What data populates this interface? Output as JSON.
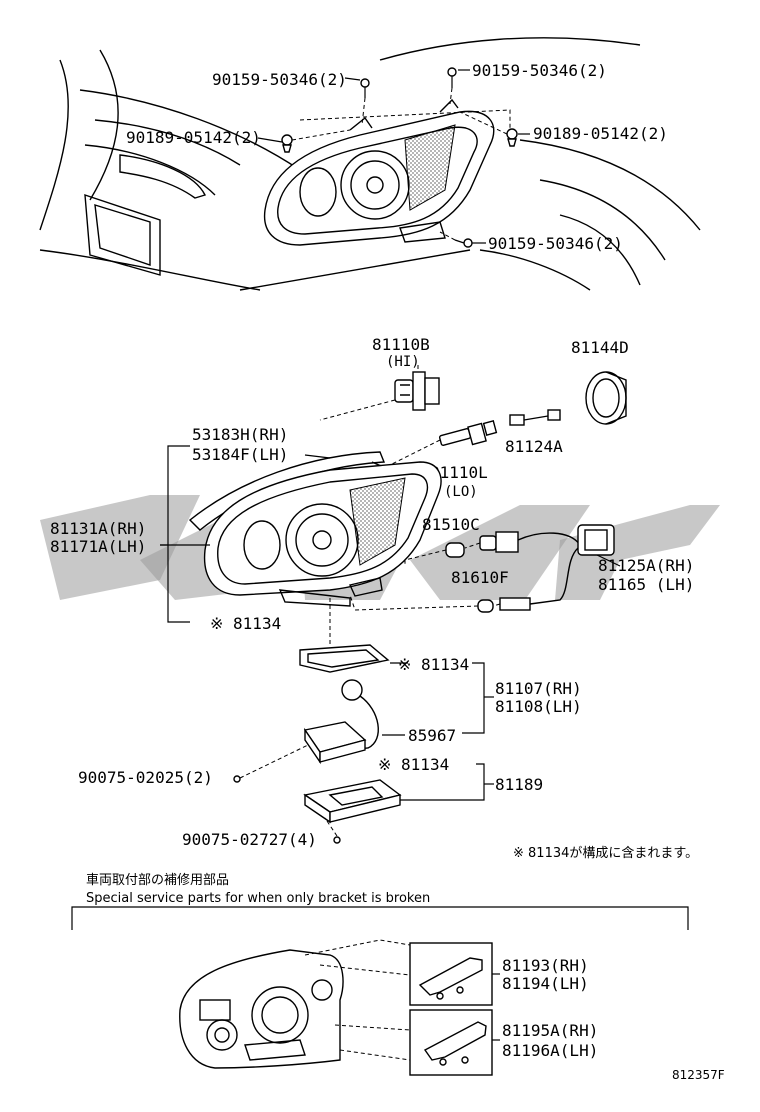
{
  "top_view": {
    "callouts": [
      {
        "id": "t1",
        "text": "90159-50346(2)"
      },
      {
        "id": "t2",
        "text": "90159-50346(2)"
      },
      {
        "id": "t3",
        "text": "90189-05142(2)"
      },
      {
        "id": "t4",
        "text": "90189-05142(2)"
      },
      {
        "id": "t5",
        "text": "90159-50346(2)"
      }
    ]
  },
  "exploded_view": {
    "labels": {
      "bulb_hi": "81110B",
      "bulb_hi_note": "(HI)",
      "cap": "81144D",
      "gasket_rh": "53183H(RH)",
      "gasket_lh": "53184F(LH)",
      "socket": "81124A",
      "bulb_lo": "81110L",
      "bulb_lo_note": "(LO)",
      "housing_rh": "81131A(RH)",
      "housing_lh": "81171A(LH)",
      "bulb_c": "81510C",
      "bulb_f": "81610F",
      "harness_rh": "81125A(RH)",
      "harness_lh": "81165 (LH)",
      "kit_a": "※ 81134",
      "kit_b": "※ 81134",
      "computer_rh": "81107(RH)",
      "computer_lh": "81108(LH)",
      "cord": "85967",
      "screw_a": "90075-02025(2)",
      "kit_c": "※ 81134",
      "ballast": "81189",
      "screw_b": "90075-02727(4)",
      "footnote": "※ 81134が構成に含まれます。"
    }
  },
  "service_section": {
    "title_jp": "車両取付部の補修用部品",
    "title_en": "Special service parts for when only bracket is broken",
    "labels": {
      "bracket_a_rh": "81193(RH)",
      "bracket_a_lh": "81194(LH)",
      "bracket_b_rh": "81195A(RH)",
      "bracket_b_lh": "81196A(LH)"
    }
  },
  "illustration_code": "812357F"
}
